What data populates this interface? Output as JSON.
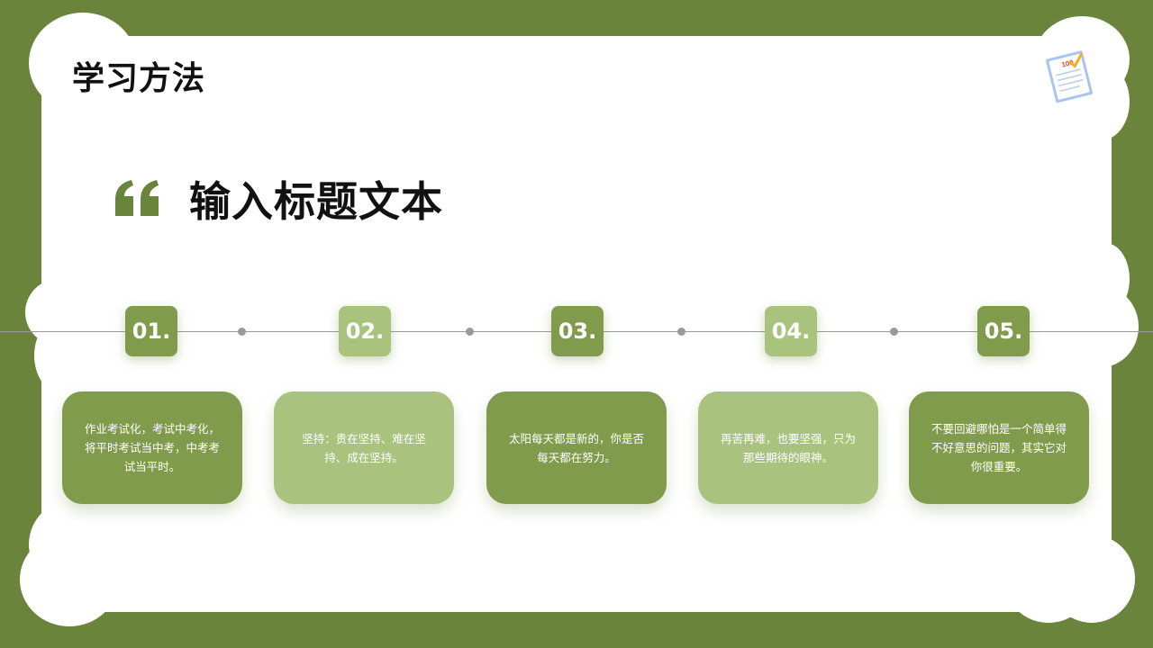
{
  "slide": {
    "title": "学习方法"
  },
  "heading": {
    "text": "输入标题文本"
  },
  "steps": [
    {
      "number": "01.",
      "text": "作业考试化，考试中考化，将平时考试当中考，中考考试当平时。"
    },
    {
      "number": "02.",
      "text": "坚持：贵在坚持、难在坚持、成在坚持。"
    },
    {
      "number": "03.",
      "text": "太阳每天都是新的，你是否每天都在努力。"
    },
    {
      "number": "04.",
      "text": "再苦再难，也要坚强，只为那些期待的眼神。"
    },
    {
      "number": "05.",
      "text": "不要回避哪怕是一个简单得不好意思的问题，其实它对你很重要。"
    }
  ],
  "icon": {
    "badge_text": "100",
    "name": "notepad-score-icon"
  },
  "colors": {
    "background": "#6b843c",
    "panel": "#ffffff",
    "dark_step": "#819b4d",
    "light_step": "#a9c37f",
    "quote": "#6b843c"
  }
}
